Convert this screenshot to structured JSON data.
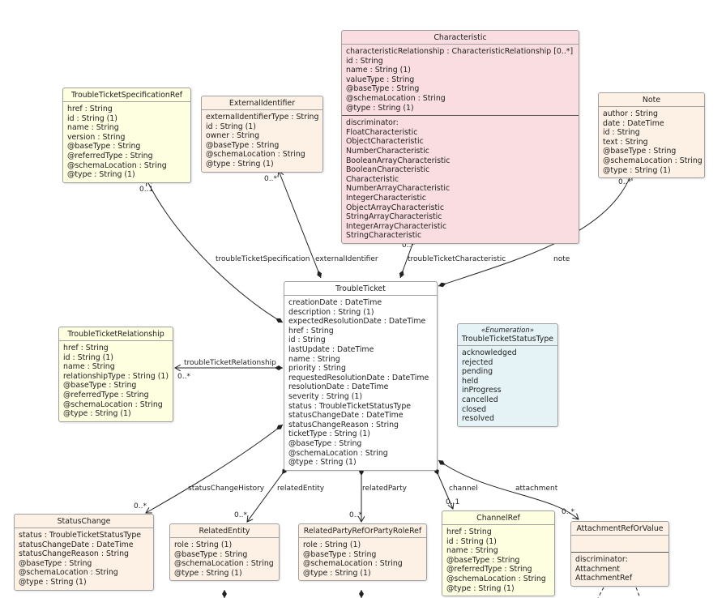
{
  "colors": {
    "peach": "#fcf1e4",
    "yellow": "#fefee0",
    "pink": "#f9dde0",
    "blue": "#e5f3f7"
  },
  "classes": {
    "spec": {
      "name": "TroubleTicketSpecificationRef",
      "attrs": [
        "href : String",
        "id : String (1)",
        "name : String",
        "version : String",
        "@baseType : String",
        "@referredType : String",
        "@schemaLocation : String",
        "@type : String (1)"
      ]
    },
    "extid": {
      "name": "ExternalIdentifier",
      "attrs": [
        "externalIdentifierType : String",
        "id : String (1)",
        "owner : String",
        "@baseType : String",
        "@schemaLocation : String",
        "@type : String (1)"
      ]
    },
    "char": {
      "name": "Characteristic",
      "attrs": [
        "characteristicRelationship : CharacteristicRelationship [0..*]",
        "id : String",
        "name : String (1)",
        "valueType : String",
        "@baseType : String",
        "@schemaLocation : String",
        "@type : String (1)"
      ],
      "disc": [
        "discriminator:",
        "FloatCharacteristic",
        "ObjectCharacteristic",
        "NumberCharacteristic",
        "BooleanArrayCharacteristic",
        "BooleanCharacteristic",
        "Characteristic",
        "NumberArrayCharacteristic",
        "IntegerCharacteristic",
        "ObjectArrayCharacteristic",
        "StringArrayCharacteristic",
        "IntegerArrayCharacteristic",
        "StringCharacteristic"
      ]
    },
    "note": {
      "name": "Note",
      "attrs": [
        "author : String",
        "date : DateTime",
        "id : String",
        "text : String",
        "@baseType : String",
        "@schemaLocation : String",
        "@type : String (1)"
      ]
    },
    "tt": {
      "name": "TroubleTicket",
      "attrs": [
        "creationDate : DateTime",
        "description : String (1)",
        "expectedResolutionDate : DateTime",
        "href : String",
        "id : String",
        "lastUpdate : DateTime",
        "name : String",
        "priority : String",
        "requestedResolutionDate : DateTime",
        "resolutionDate : DateTime",
        "severity : String (1)",
        "status : TroubleTicketStatusType",
        "statusChangeDate : DateTime",
        "statusChangeReason : String",
        "ticketType : String (1)",
        "@baseType : String",
        "@schemaLocation : String",
        "@type : String (1)"
      ]
    },
    "enum": {
      "stereotype": "«Enumeration»",
      "name": "TroubleTicketStatusType",
      "attrs": [
        "acknowledged",
        "rejected",
        "pending",
        "held",
        "inProgress",
        "cancelled",
        "closed",
        "resolved"
      ]
    },
    "rel": {
      "name": "TroubleTicketRelationship",
      "attrs": [
        "href : String",
        "id : String (1)",
        "name : String",
        "relationshipType : String (1)",
        "@baseType : String",
        "@referredType : String",
        "@schemaLocation : String",
        "@type : String (1)"
      ]
    },
    "sc": {
      "name": "StatusChange",
      "attrs": [
        "status : TroubleTicketStatusType",
        "statusChangeDate : DateTime",
        "statusChangeReason : String",
        "@baseType : String",
        "@schemaLocation : String",
        "@type : String (1)"
      ]
    },
    "re": {
      "name": "RelatedEntity",
      "attrs": [
        "role : String (1)",
        "@baseType : String",
        "@schemaLocation : String",
        "@type : String (1)"
      ]
    },
    "rp": {
      "name": "RelatedPartyRefOrPartyRoleRef",
      "attrs": [
        "role : String (1)",
        "@baseType : String",
        "@schemaLocation : String",
        "@type : String (1)"
      ]
    },
    "ch": {
      "name": "ChannelRef",
      "attrs": [
        "href : String",
        "id : String (1)",
        "name : String",
        "@baseType : String",
        "@referredType : String",
        "@schemaLocation : String",
        "@type : String (1)"
      ]
    },
    "att": {
      "name": "AttachmentRefOrValue",
      "attrs": [],
      "disc": [
        "discriminator:",
        "Attachment",
        "AttachmentRef"
      ]
    }
  },
  "edges": {
    "spec": {
      "label": "troubleTicketSpecification",
      "mult": "0..1"
    },
    "extid": {
      "label": "externalIdentifier",
      "mult": "0..*"
    },
    "char": {
      "label": "troubleTicketCharacteristic",
      "mult": "0..*"
    },
    "note": {
      "label": "note",
      "mult": "0..*"
    },
    "rel": {
      "label": "troubleTicketRelationship",
      "mult": "0..*"
    },
    "sc": {
      "label": "statusChangeHistory",
      "mult": "0..*"
    },
    "re": {
      "label": "relatedEntity",
      "mult": "0..*"
    },
    "rp": {
      "label": "relatedParty",
      "mult": "0..*"
    },
    "ch": {
      "label": "channel",
      "mult": "0..1"
    },
    "att": {
      "label": "attachment",
      "mult": "0..*"
    }
  }
}
